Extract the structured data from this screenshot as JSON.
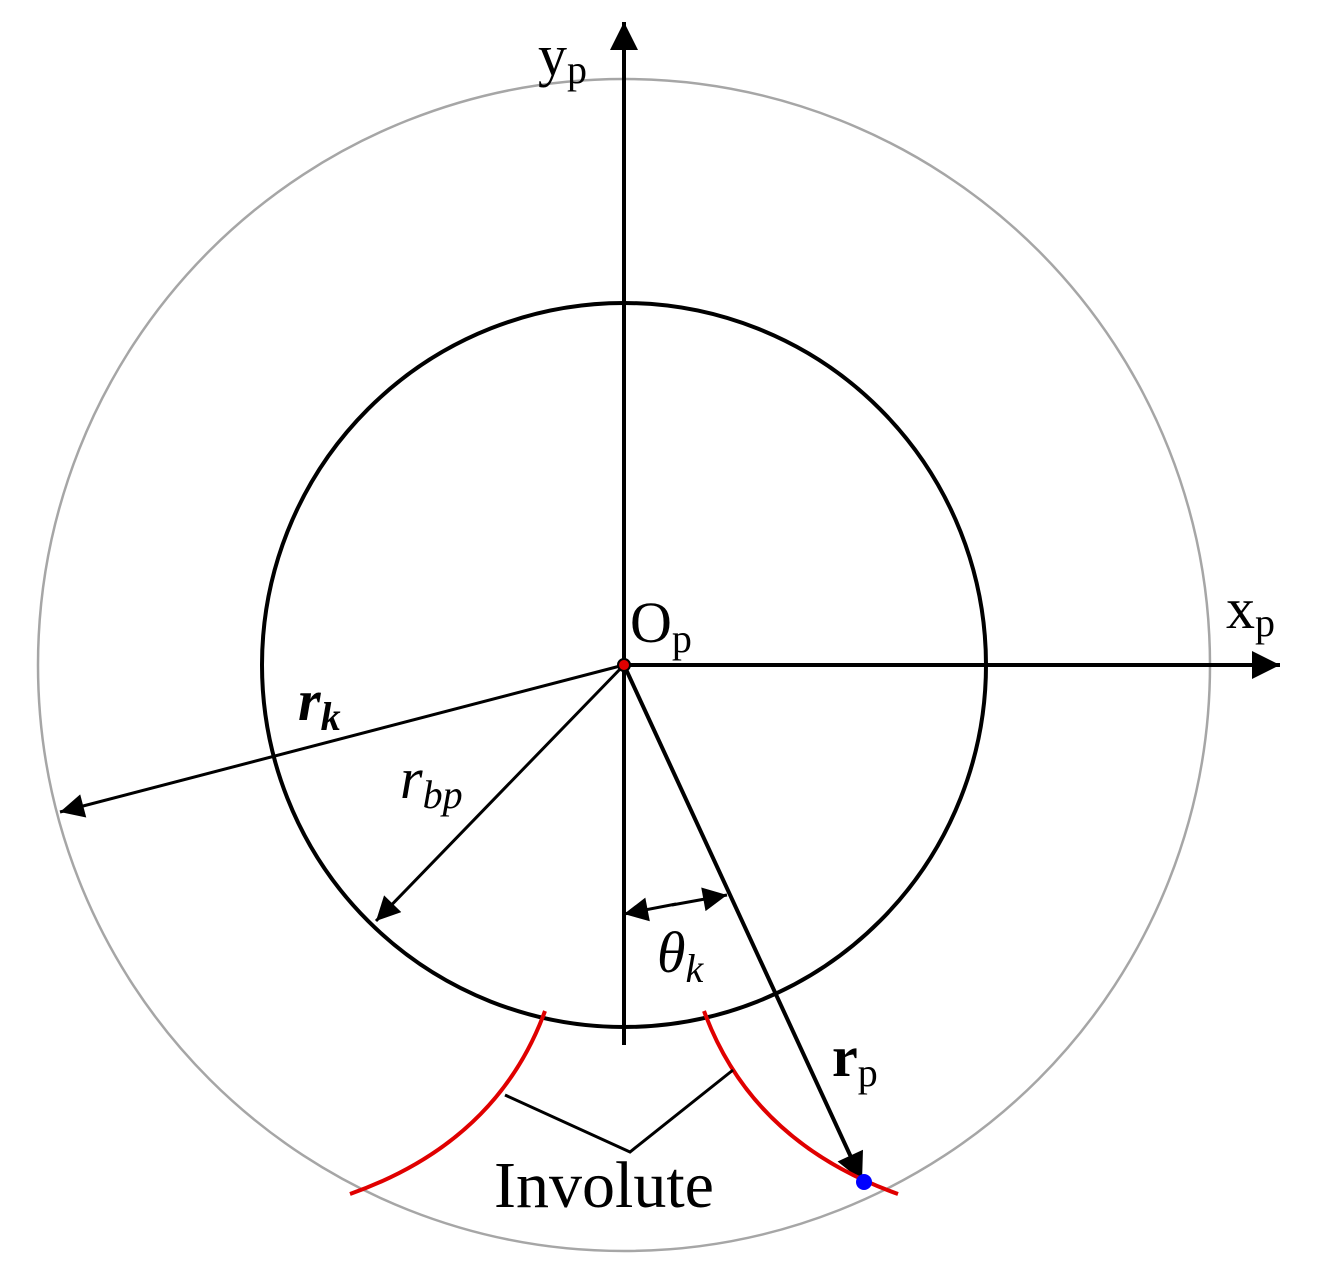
{
  "labels": {
    "y_axis": {
      "main": "y",
      "sub": "p"
    },
    "x_axis": {
      "main": "x",
      "sub": "p"
    },
    "origin": {
      "main": "O",
      "sub": "p"
    },
    "r_k": {
      "main": "r",
      "sub": "k"
    },
    "r_bp": {
      "main": "r",
      "sub": "bp"
    },
    "theta_k": {
      "main": "θ",
      "sub": "k"
    },
    "r_p": {
      "main": "r",
      "sub": "p"
    },
    "involute": "Involute"
  },
  "colors": {
    "axes": "#000000",
    "base_circle": "#000000",
    "outer_circle": "#a6a6a6",
    "involute": "#e00000",
    "origin_point": "#e00000",
    "contact_point": "#0000ff"
  }
}
